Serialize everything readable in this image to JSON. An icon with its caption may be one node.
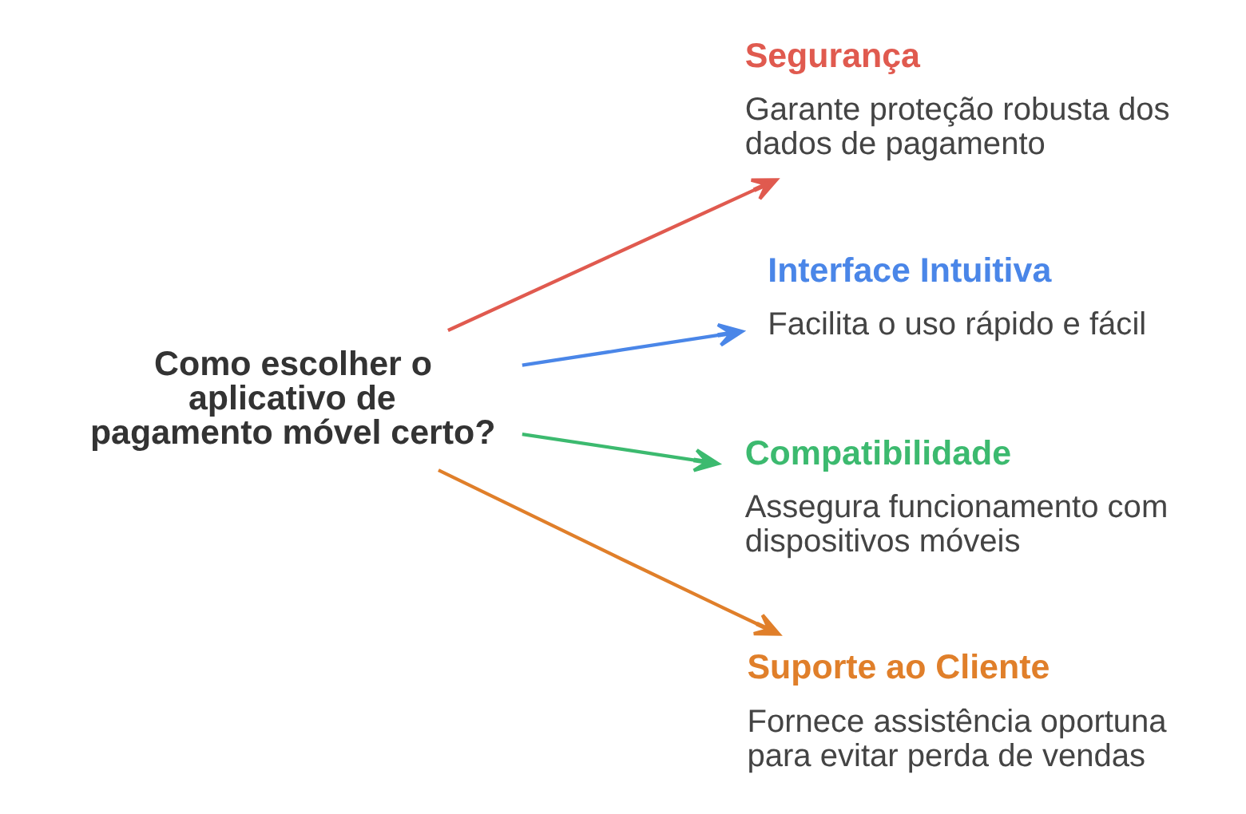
{
  "diagram": {
    "nodes": [
      {
        "text": [
          "Como escolher o aplicativo de pagamento móvel certo?"
        ]
      },
      {
        "text": [
          "Segurança",
          "Garante proteção robusta dos dados de pagamento"
        ]
      },
      {
        "text": [
          "Interface Intuitiva",
          "Facilita o uso rápido e fácil"
        ]
      },
      {
        "text": [
          "Compatibilidade",
          "Assegura funcionamento com dispositivos móveis"
        ]
      },
      {
        "text": [
          "Suporte ao Cliente",
          "Fornece assistência oportuna para evitar perda de vendas"
        ]
      }
    ],
    "edges": [
      {
        "from": 0,
        "to": 1,
        "arrow": "to",
        "color": "#e05a4f"
      },
      {
        "from": 0,
        "to": 2,
        "arrow": "to",
        "color": "#4a86e8"
      },
      {
        "from": 0,
        "to": 3,
        "arrow": "to",
        "color": "#3cba6f"
      },
      {
        "from": 0,
        "to": 4,
        "arrow": "to",
        "color": "#e07f2a"
      }
    ]
  }
}
